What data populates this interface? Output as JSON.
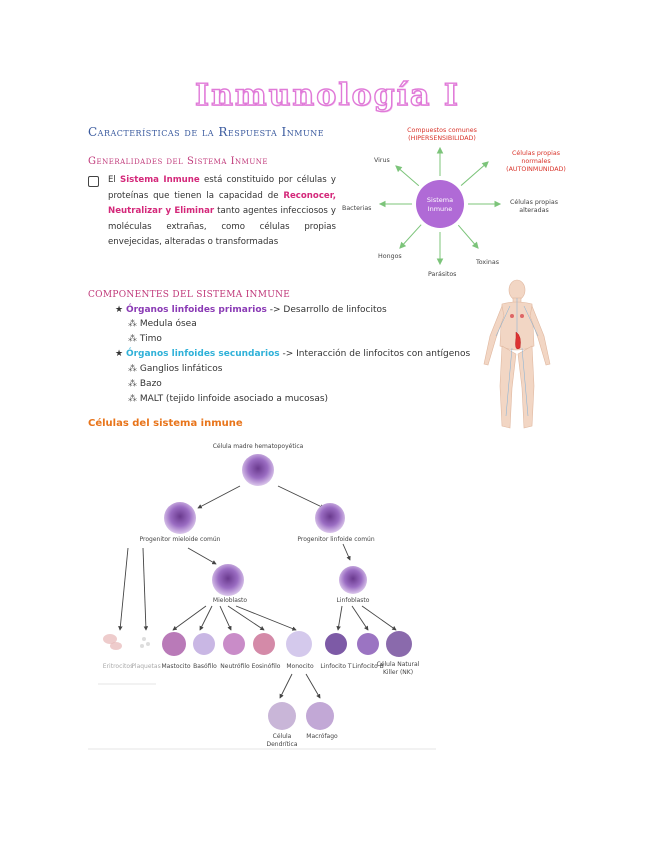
{
  "title": "Inmunología I",
  "section1": {
    "heading": "Características de la Respuesta Inmune",
    "subheading": "Generalidades del Sistema Inmune",
    "para_parts": [
      {
        "t": "El ",
        "s": ""
      },
      {
        "t": "Sistema Inmune",
        "s": "pink"
      },
      {
        "t": " está constituido por células y proteínas que tienen la capacidad de ",
        "s": ""
      },
      {
        "t": "Reconocer, Neutralizar y Eliminar",
        "s": "pink"
      },
      {
        "t": " tanto agentes infecciosos y moléculas extrañas, como células propias envejecidas, alteradas o transformadas",
        "s": ""
      }
    ]
  },
  "diagram": {
    "center": [
      "Sistema",
      "Inmune"
    ],
    "top": [
      "Compuestos comunes",
      "(HIPERSENSIBILIDAD)"
    ],
    "top_right": [
      "Células propias",
      "normales",
      "(AUTOINMUNIDAD)"
    ],
    "right": [
      "Células propias",
      "alteradas"
    ],
    "left": "Bacterias",
    "top_left": "Virus",
    "bottom_left": "Hongos",
    "bottom": "Parásitos",
    "bottom_right": "Toxinas",
    "colors": {
      "circle": "#b06ad6",
      "arrows": "#7cc47a",
      "red_text": "#d9342b"
    }
  },
  "section2": {
    "heading": "Componentes del sistema inmune",
    "items": [
      {
        "label": "Órganos linfoides primarios",
        "rest": " -> Desarrollo de linfocitos",
        "color": "purple",
        "subs": [
          "Medula ósea",
          "Timo"
        ]
      },
      {
        "label": "Órganos linfoides secundarios",
        "rest": " -> Interacción de linfocitos con antígenos",
        "color": "cyan",
        "subs": [
          "Ganglios linfáticos",
          "Bazo",
          "MALT (tejido linfoide asociado a mucosas)"
        ]
      }
    ]
  },
  "section3": {
    "heading": "Células del sistema inmune",
    "tree": {
      "root": "Célula madre hematopoyética",
      "myeloid": "Progenitor mieloide común",
      "lymphoid": "Progenitor linfoide común",
      "myeloblast": "Mieloblasto",
      "lymphoblast": "Linfoblasto",
      "leaves": [
        "Eritrocitos",
        "Plaquetas",
        "Mastocito",
        "Basófilo",
        "Neutrófilo",
        "Eosinófilo",
        "Monocito",
        "Linfocito T",
        "Linfocito B",
        "Célula Natural",
        "Killer (NK)"
      ],
      "derived": [
        [
          "Célula",
          "Dendrítica"
        ],
        [
          "Macrófago"
        ]
      ]
    }
  }
}
